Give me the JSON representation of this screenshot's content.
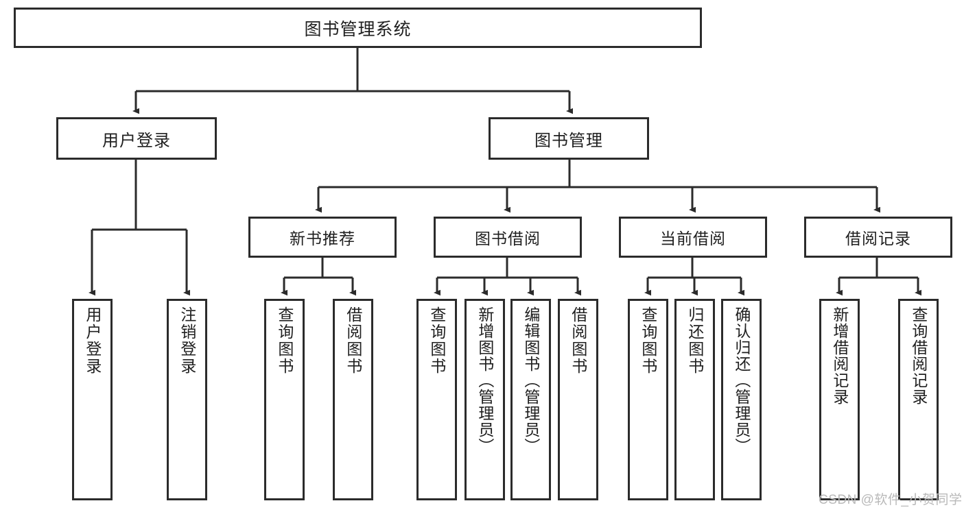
{
  "diagram": {
    "title": "图书管理系统",
    "type": "hierarchy-tree",
    "watermark": "CSDN @软件_小贺同学",
    "nodes": {
      "root": {
        "label": "图书管理系统"
      },
      "level1": [
        {
          "id": "user-login",
          "label": "用户登录"
        },
        {
          "id": "book-management",
          "label": "图书管理"
        }
      ],
      "level2": [
        {
          "id": "new-book-recommend",
          "label": "新书推荐"
        },
        {
          "id": "book-borrow",
          "label": "图书借阅"
        },
        {
          "id": "current-borrow",
          "label": "当前借阅"
        },
        {
          "id": "borrow-record",
          "label": "借阅记录"
        }
      ],
      "leaves": [
        {
          "id": "leaf-user-login",
          "label": "用户登录",
          "parent": "user-login"
        },
        {
          "id": "leaf-logout",
          "label": "注销登录",
          "parent": "user-login"
        },
        {
          "id": "leaf-query-book-1",
          "label": "查询图书",
          "parent": "new-book-recommend"
        },
        {
          "id": "leaf-borrow-book-1",
          "label": "借阅图书",
          "parent": "new-book-recommend"
        },
        {
          "id": "leaf-query-book-2",
          "label": "查询图书",
          "parent": "book-borrow"
        },
        {
          "id": "leaf-add-book",
          "label": "新增图书（管理员）",
          "parent": "book-borrow"
        },
        {
          "id": "leaf-edit-book",
          "label": "编辑图书（管理员）",
          "parent": "book-borrow"
        },
        {
          "id": "leaf-borrow-book-2",
          "label": "借阅图书",
          "parent": "book-borrow"
        },
        {
          "id": "leaf-query-book-3",
          "label": "查询图书",
          "parent": "current-borrow"
        },
        {
          "id": "leaf-return-book",
          "label": "归还图书",
          "parent": "current-borrow"
        },
        {
          "id": "leaf-confirm-return",
          "label": "确认归还（管理员）",
          "parent": "current-borrow"
        },
        {
          "id": "leaf-add-record",
          "label": "新增借阅记录",
          "parent": "borrow-record"
        },
        {
          "id": "leaf-query-record",
          "label": "查询借阅记录",
          "parent": "borrow-record"
        }
      ]
    },
    "colors": {
      "stroke": "#2b2b2b",
      "fill": "#ffffff",
      "text": "#1f1f1f",
      "watermark": "#b9b9b9"
    }
  }
}
